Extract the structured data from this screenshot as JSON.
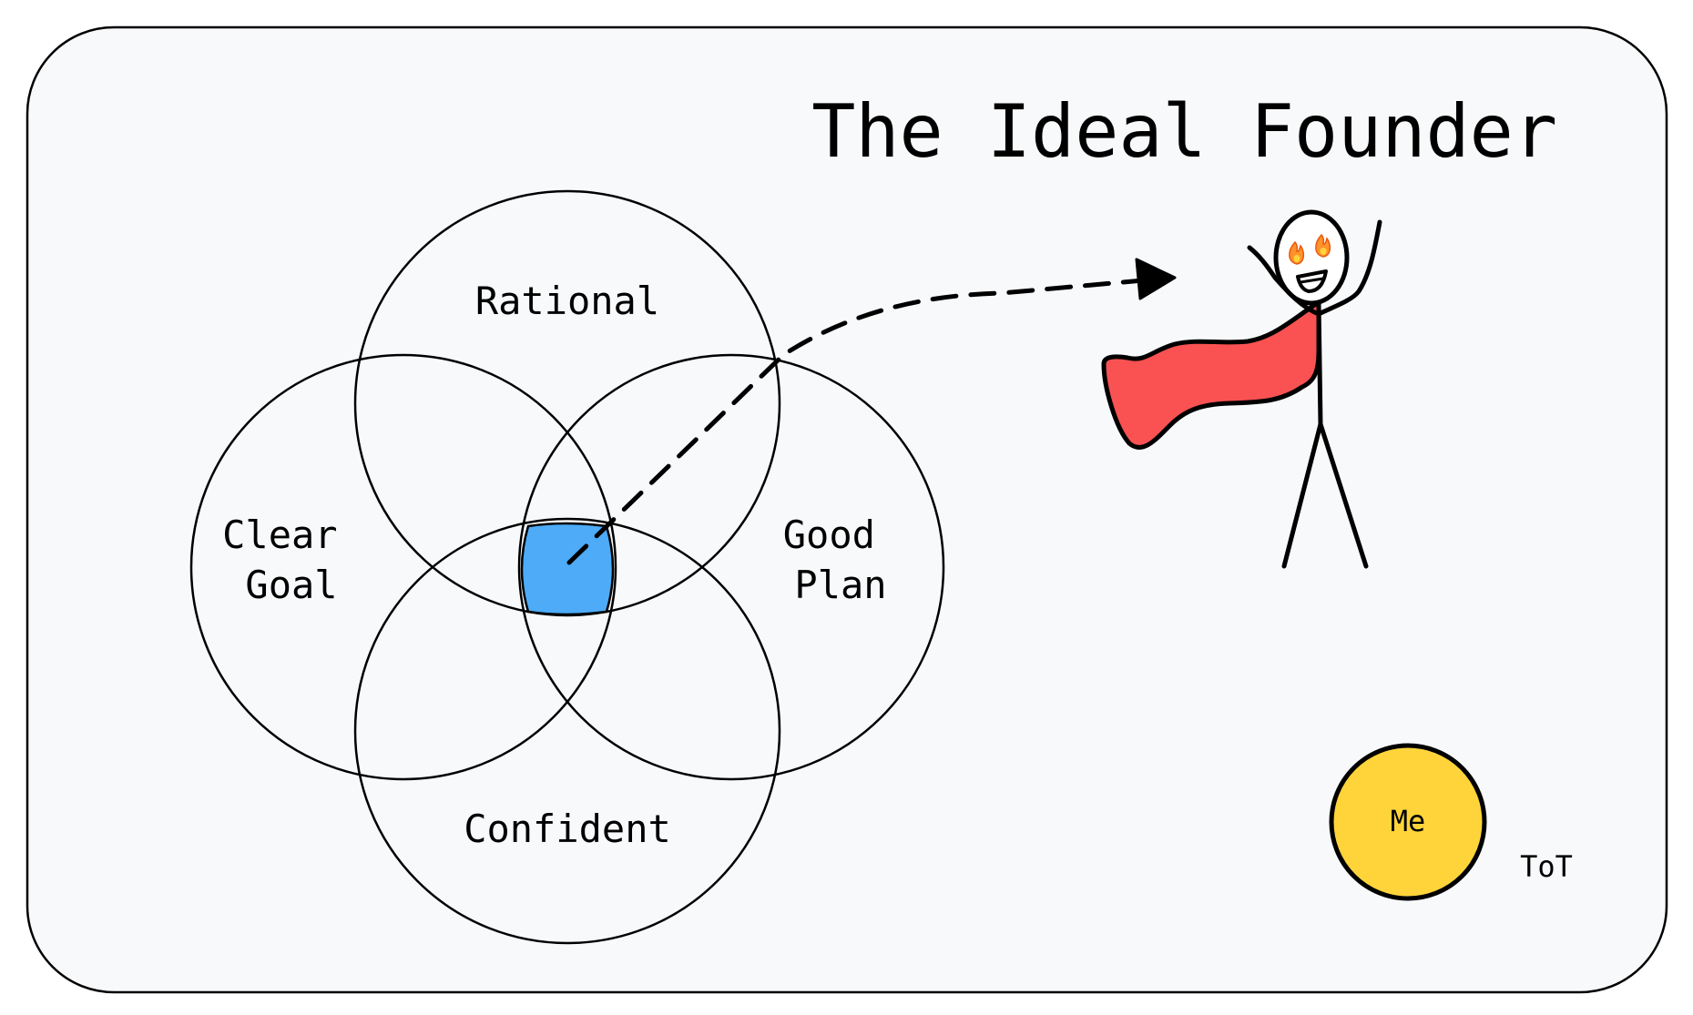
{
  "title": "The Ideal Founder",
  "venn": {
    "circles": [
      {
        "label_lines": [
          "Rational"
        ]
      },
      {
        "label_lines": [
          "Clear",
          "Goal"
        ]
      },
      {
        "label_lines": [
          "Good",
          "Plan"
        ]
      },
      {
        "label_lines": [
          "Confident"
        ]
      }
    ],
    "intersection_color": "#4dabf7"
  },
  "figure": {
    "cape_color": "#fa5252",
    "eye_icon": "fire-icon"
  },
  "me_circle": {
    "label": "Me",
    "fill_color": "#ffd43b"
  },
  "note": "ToT",
  "colors": {
    "background": "#f8f9fa",
    "border": "#000000"
  }
}
